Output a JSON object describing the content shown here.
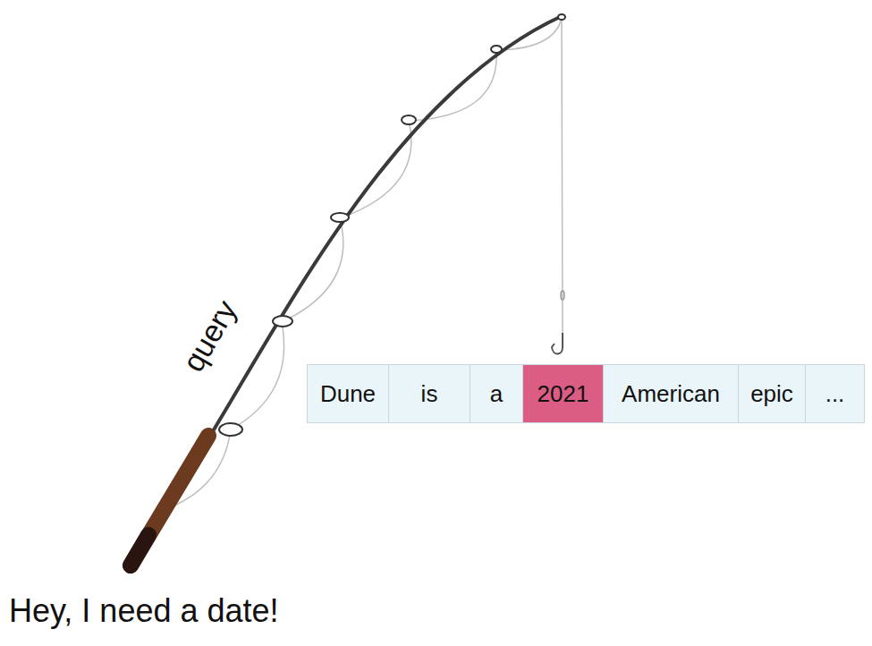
{
  "diagram": {
    "nodes": [
      {
        "text": [
          "Dune"
        ]
      },
      {
        "text": [
          "is"
        ]
      },
      {
        "text": [
          "a"
        ]
      },
      {
        "text": [
          "2021"
        ]
      },
      {
        "text": [
          "American"
        ]
      },
      {
        "text": [
          "epic"
        ]
      },
      {
        "text": [
          "..."
        ]
      }
    ],
    "labels": [
      "query",
      "Hey, I need a date!"
    ]
  }
}
